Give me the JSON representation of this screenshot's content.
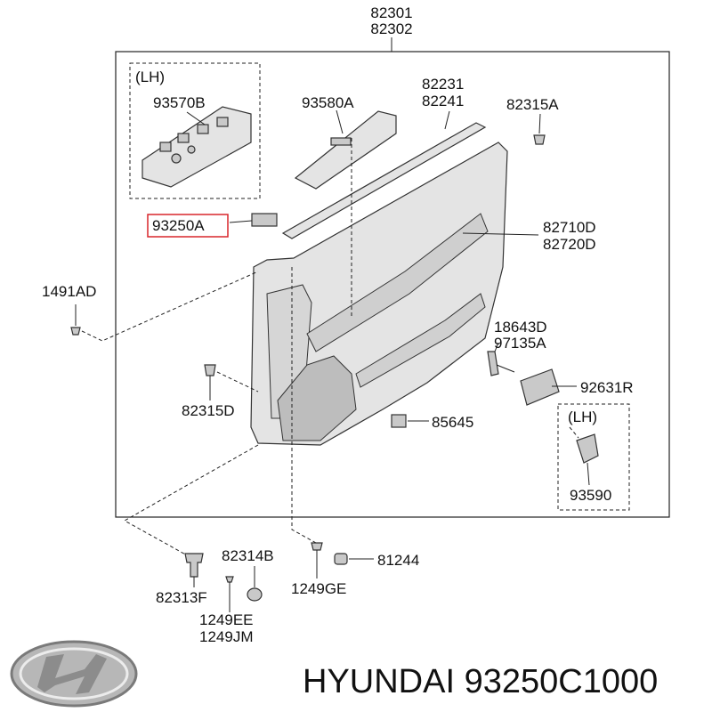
{
  "labels": {
    "l82301": "82301",
    "l82302": "82302",
    "lh_top": "(LH)",
    "l93570B": "93570B",
    "l93580A": "93580A",
    "l82231": "82231",
    "l82241": "82241",
    "l82315A": "82315A",
    "l93250A": "93250A",
    "l82710D": "82710D",
    "l82720D": "82720D",
    "l1491AD": "1491AD",
    "l18643D": "18643D",
    "l97135A": "97135A",
    "l92631R": "92631R",
    "l82315D": "82315D",
    "l85645": "85645",
    "lh_bottom": "(LH)",
    "l93590": "93590",
    "l82314B": "82314B",
    "l81244": "81244",
    "l82313F": "82313F",
    "l1249GE": "1249GE",
    "l1249EE": "1249EE",
    "l1249JM": "1249JM"
  },
  "footer": {
    "brand_text": "HYUNDAI 93250C1000"
  },
  "colors": {
    "highlight": "#d9262b",
    "ink": "#111111"
  },
  "icons": {
    "logo": "hyundai-logo-icon"
  }
}
